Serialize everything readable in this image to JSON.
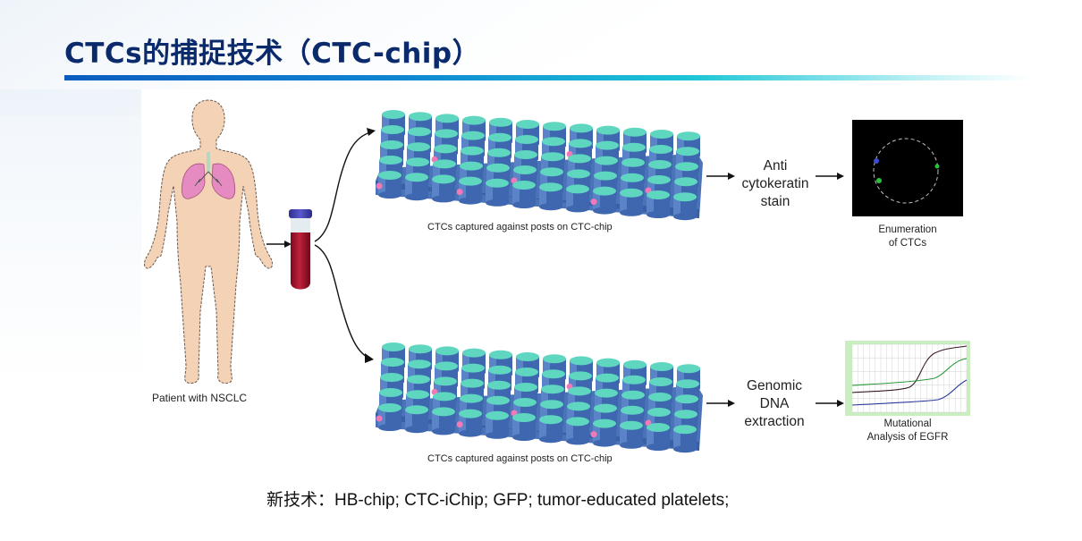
{
  "slide": {
    "title": "CTCs的捕捉技术（CTC-chip）",
    "colors": {
      "title": "#0a2a6b",
      "rule_start": "#0b5cc0",
      "rule_end": "#1cc6d6",
      "chip_base": "#4a73b8",
      "post_top": "#5fd6c0",
      "cell": "#f07ab8",
      "blood": "#a0102a",
      "cap": "#3c3ca8",
      "skin": "#f3d2b6",
      "lung": "#e58bc1"
    }
  },
  "figure": {
    "patient_caption": "Patient with NSCLC",
    "chip_top_caption": "CTCs captured against posts on CTC-chip",
    "chip_bottom_caption": "CTCs captured against posts on CTC-chip",
    "top_step": [
      "Anti",
      "cytokeratin",
      "stain"
    ],
    "top_result": [
      "Enumeration",
      "of CTCs"
    ],
    "bottom_step": [
      "Genomic",
      "DNA",
      "extraction"
    ],
    "bottom_result": [
      "Mutational",
      "Analysis of EGFR"
    ]
  },
  "footer": {
    "prefix": "新技术：",
    "text": "HB-chip; CTC-iChip; GFP; tumor-educated platelets;"
  }
}
